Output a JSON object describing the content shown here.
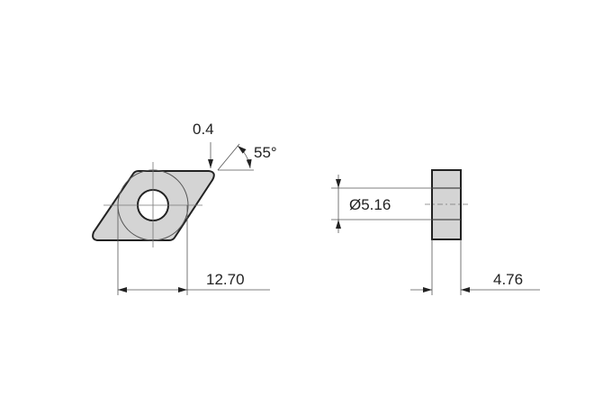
{
  "labels": {
    "corner_radius": "0.4",
    "angle": "55°",
    "inscribed_circle": "12.70",
    "hole_diameter": "Ø5.16",
    "thickness": "4.76"
  },
  "colors": {
    "fill": "#d4d4d4",
    "outline": "#222222",
    "dimension": "#555555"
  }
}
